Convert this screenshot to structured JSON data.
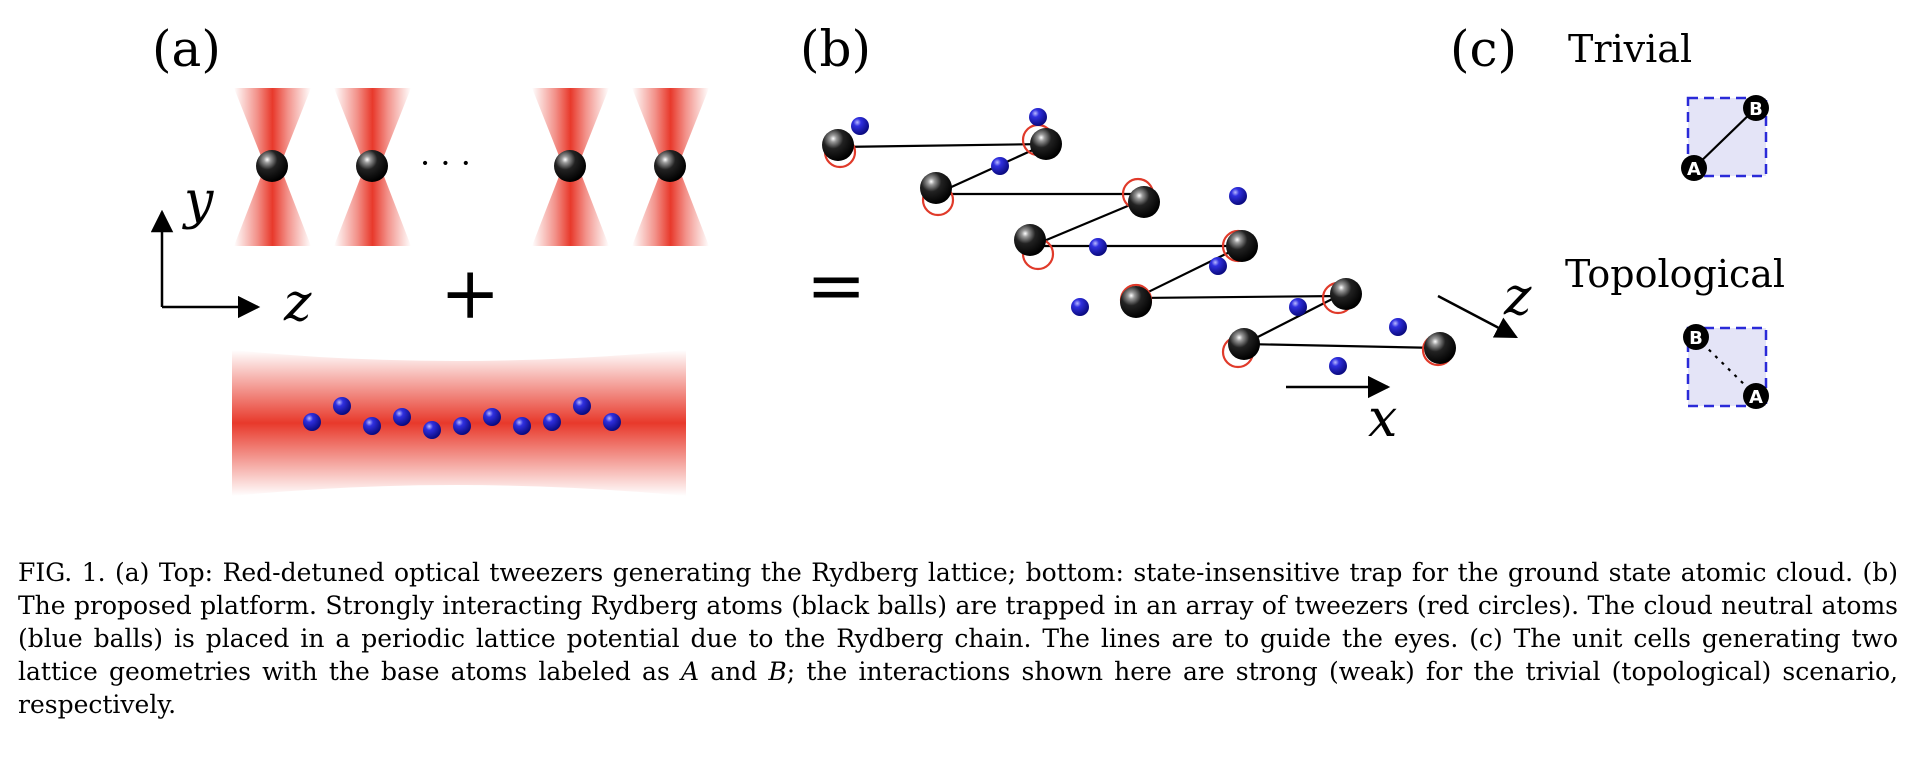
{
  "figure": {
    "panels": {
      "a": {
        "label": "(a)",
        "axis_y": "y",
        "axis_z": "z",
        "ellipsis": "· · ·",
        "plus": "+"
      },
      "b": {
        "label": "(b)",
        "equals": "=",
        "axis_z": "z",
        "axis_x": "x"
      },
      "c": {
        "label": "(c)",
        "trivial_title": "Trivial",
        "topological_title": "Topological",
        "atom_a": "A",
        "atom_b": "B"
      }
    },
    "colors": {
      "tweezer_red": "#e8392b",
      "rydberg_atom": "#111111",
      "ground_atom": "#1a1ad0",
      "tweezer_ring": "#e03a2a",
      "unit_cell_fill": "#e4e4f7",
      "unit_cell_border": "#2a2ad8"
    }
  },
  "caption": {
    "part1": "FIG. 1. (a) Top: Red-detuned optical tweezers generating the Rydberg lattice; bottom: state-insensitive trap for the ground state atomic cloud. (b) The proposed platform. Strongly interacting Rydberg atoms (black balls) are trapped in an array of tweezers (red circles). The cloud neutral atoms (blue balls) is placed in a periodic lattice potential due to the Rydberg chain. The lines are to guide the eyes. (c) The unit cells generating two lattice geometries with the base atoms labeled as ",
    "symbol_a": "A",
    "part2": " and ",
    "symbol_b": "B",
    "part3": "; the interactions shown here are strong (weak) for the trivial (topological) scenario, respectively."
  }
}
